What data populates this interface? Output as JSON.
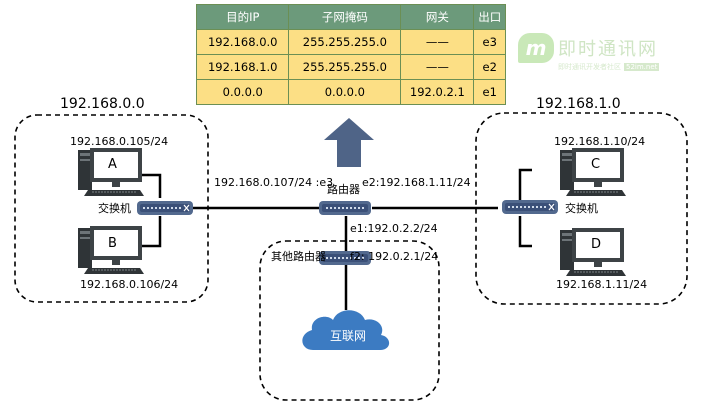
{
  "routing_table": {
    "headers": [
      "目的IP",
      "子网掩码",
      "网关",
      "出口"
    ],
    "rows": [
      [
        "192.168.0.0",
        "255.255.255.0",
        "——",
        "e3"
      ],
      [
        "192.168.1.0",
        "255.255.255.0",
        "——",
        "e2"
      ],
      [
        "0.0.0.0",
        "0.0.0.0",
        "192.0.2.1",
        "e1"
      ]
    ]
  },
  "watermark": {
    "title": "即时通讯网",
    "subtitle": "即时通讯开发者社区",
    "domain": "52im.net",
    "logo_letter": "m"
  },
  "left_network": {
    "label": "192.168.0.0",
    "host_a": {
      "name": "A",
      "ip": "192.168.0.105/24"
    },
    "host_b": {
      "name": "B",
      "ip": "192.168.0.106/24"
    },
    "switch_label": "交换机"
  },
  "right_network": {
    "label": "192.168.1.0",
    "host_c": {
      "name": "C",
      "ip": "192.168.1.10/24"
    },
    "host_d": {
      "name": "D",
      "ip": "192.168.1.11/24"
    },
    "switch_label": "交换机"
  },
  "router": {
    "label": "路由器",
    "e3": "192.168.0.107/24 :e3",
    "e2": "e2:192.168.1.11/24",
    "e1": "e1:192.0.2.2/24"
  },
  "other_router": {
    "label": "其他路由器",
    "f2": "f2: 192.0.2.1/24"
  },
  "internet": {
    "label": "互联网"
  },
  "colors": {
    "table_header": "#6c9a7b",
    "table_row": "#fcdf85",
    "arrow": "#4f6487",
    "cloud": "#3c7bc2",
    "device": "#52698e",
    "computer": "#404649"
  }
}
